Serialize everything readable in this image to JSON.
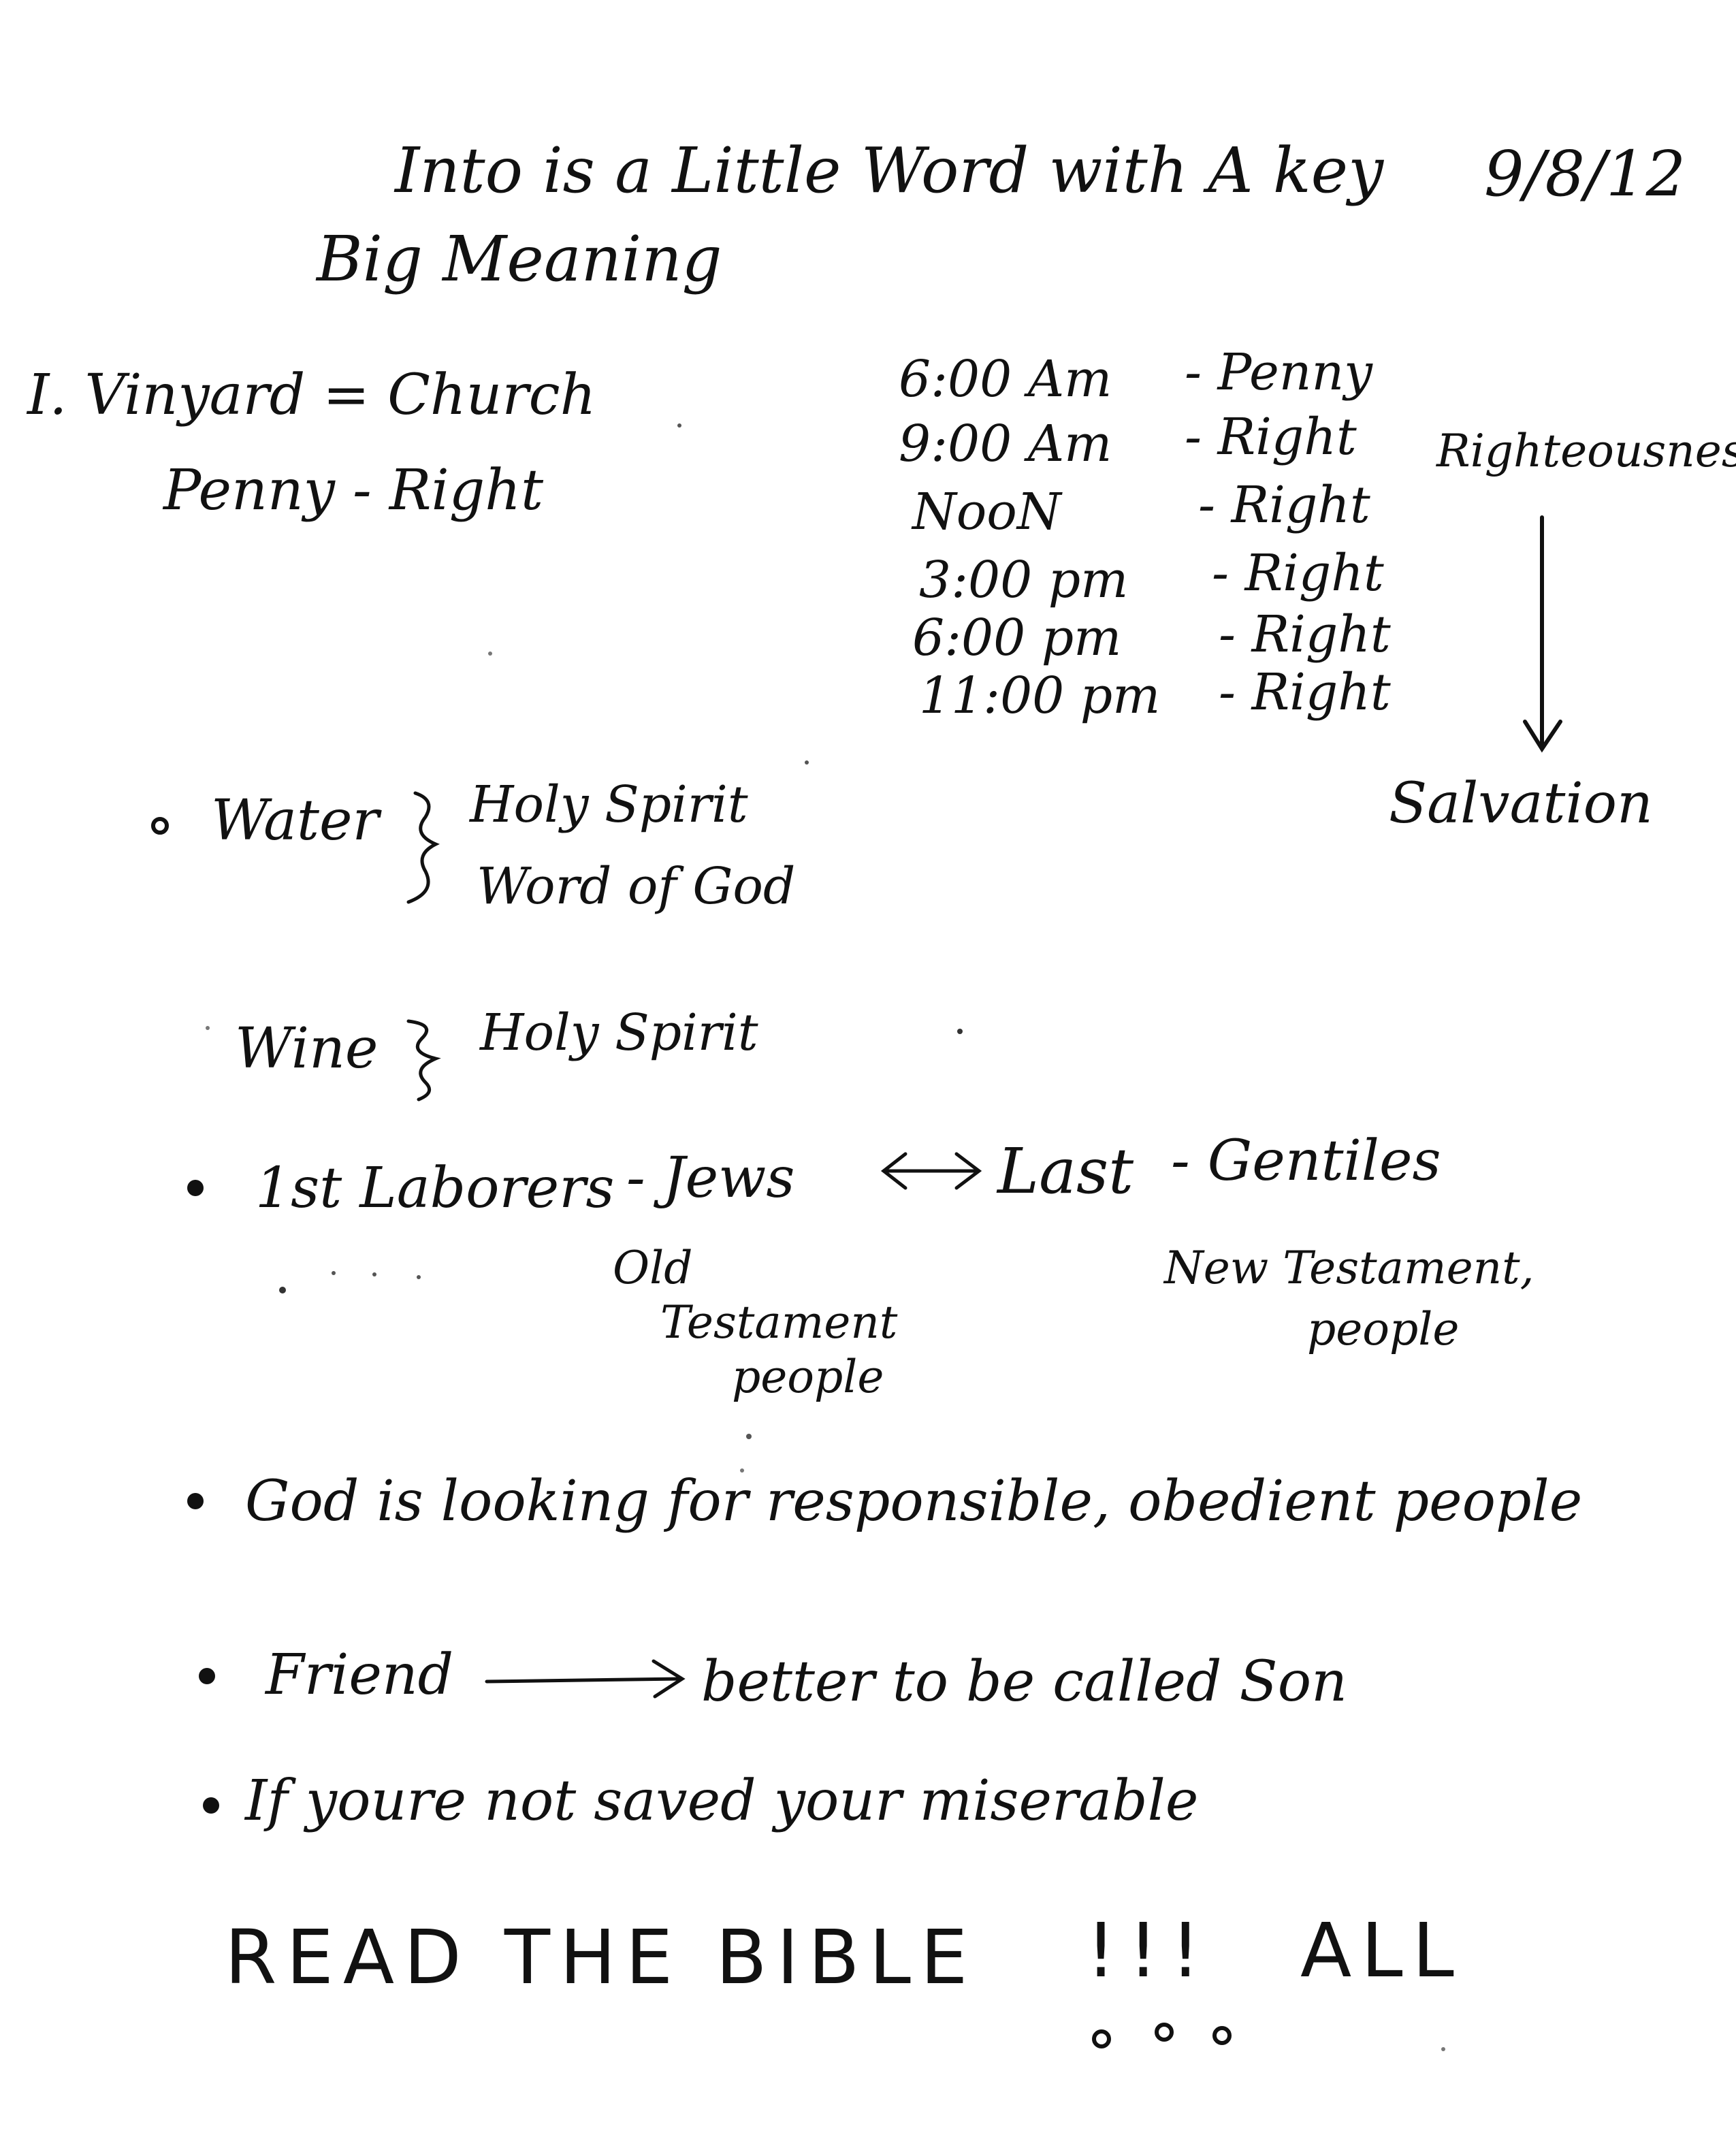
{
  "title": {
    "line1": "Into is a Little Word with A key",
    "line2": "Big Meaning",
    "date": "9/8/12"
  },
  "section1": {
    "heading": "I. Vinyard = Church",
    "sub": "Penny - Right"
  },
  "schedule": [
    {
      "time": "6:00 Am",
      "value": "- Penny"
    },
    {
      "time": "9:00 Am",
      "value": "- Right"
    },
    {
      "time": "NooN",
      "value": "- Right"
    },
    {
      "time": "3:00 pm",
      "value": "- Right"
    },
    {
      "time": "6:00 pm",
      "value": "- Right"
    },
    {
      "time": "11:00 pm",
      "value": "- Right"
    }
  ],
  "righteousness": "Righteousness",
  "salvation": "Salvation",
  "water": {
    "label": "Water",
    "items": [
      "Holy Spirit",
      "Word of God"
    ]
  },
  "wine": {
    "label": "Wine",
    "items": [
      "Holy Spirit"
    ]
  },
  "laborers": {
    "first": "1st Laborers",
    "jews": "- Jews",
    "last": "Last",
    "gentiles": "- Gentiles",
    "old": [
      "Old",
      "Testament",
      "people"
    ],
    "new": [
      "New Testament,",
      "people"
    ]
  },
  "bullets": [
    "God is looking for responsible, obedient people",
    "Friend",
    "better to be called Son",
    "If youre not saved your miserable"
  ],
  "closing": {
    "text": "READ THE BIBLE",
    "marks": "!!!",
    "all": "ALL"
  }
}
